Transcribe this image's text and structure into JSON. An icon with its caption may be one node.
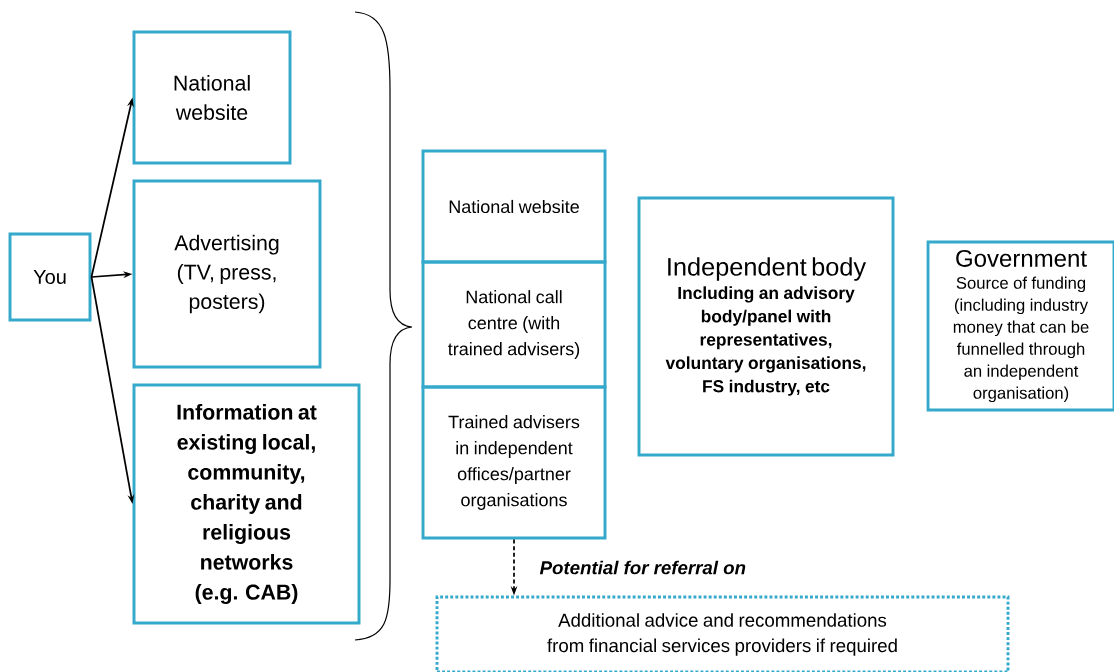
{
  "diagram": {
    "nodes": [
      {
        "text": [
          "You"
        ]
      },
      {
        "text": [
          "National website"
        ]
      },
      {
        "text": [
          "Advertising (TV, press, posters)"
        ]
      },
      {
        "text": [
          "Information at existing local, community, charity and religious networks (e.g. CAB)"
        ]
      },
      {
        "text": [
          "National website"
        ]
      },
      {
        "text": [
          "National call centre (with trained advisers)"
        ]
      },
      {
        "text": [
          "Trained advisers in independent offices/partner organisations"
        ]
      },
      {
        "text": [
          "Independent body",
          "Including an advisory body/panel with representatives, voluntary organisations, FS industry, etc"
        ]
      },
      {
        "text": [
          "Government",
          "Source of funding (including industry money that can be funnelled through an independent organisation)"
        ]
      },
      {
        "text": [
          "Additional advice and recommendations from financial services providers if required"
        ]
      }
    ],
    "edges": [
      {
        "from": 0,
        "to": 1,
        "arrow": "to"
      },
      {
        "from": 0,
        "to": 2,
        "arrow": "to"
      },
      {
        "from": 0,
        "to": 3,
        "arrow": "to"
      },
      {
        "from": 6,
        "to": 9,
        "arrow": "to",
        "style": "dashed",
        "label": "Potential for referral on"
      }
    ]
  }
}
